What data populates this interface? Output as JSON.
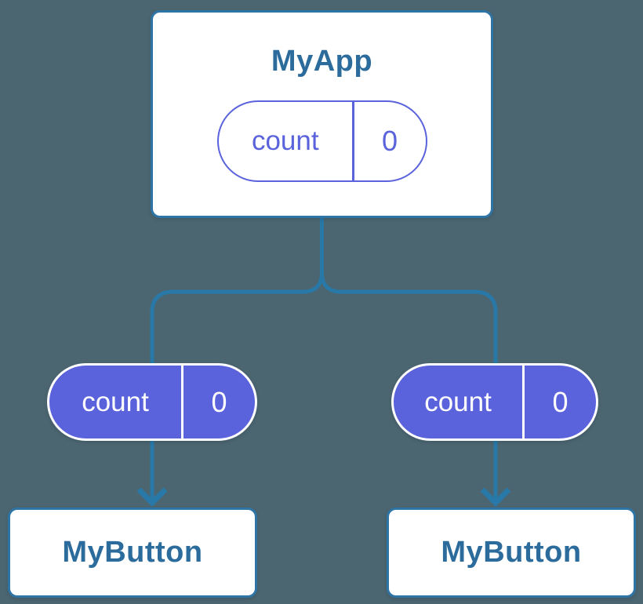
{
  "colors": {
    "background": "#4C6671",
    "line": "#2878A8",
    "border": "#2E74A4",
    "text": "#2C6C9C",
    "purple": "#5A63DB",
    "white": "#FFFFFF"
  },
  "diagram": {
    "root": {
      "label": "MyApp",
      "state": {
        "name": "count",
        "value": "0"
      }
    },
    "children": [
      {
        "label": "MyButton",
        "prop": {
          "name": "count",
          "value": "0"
        }
      },
      {
        "label": "MyButton",
        "prop": {
          "name": "count",
          "value": "0"
        }
      }
    ]
  }
}
